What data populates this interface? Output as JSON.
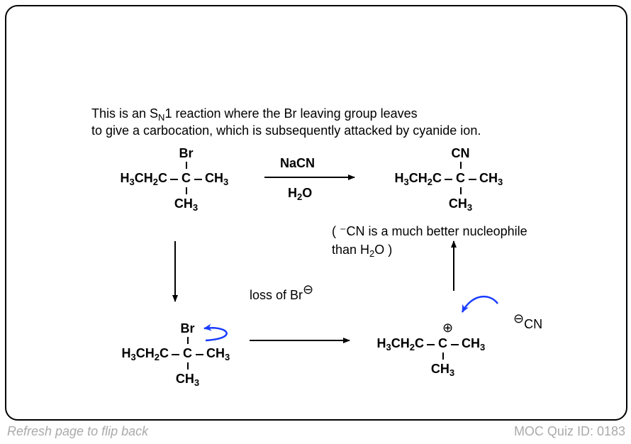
{
  "intro": {
    "line1_a": "This is an S",
    "line1_sub": "N",
    "line1_b": "1 reaction where the Br leaving group leaves",
    "line2": "to give a carbocation, which is subsequently attacked by cyanide ion."
  },
  "reagents": {
    "top": "NaCN",
    "bottom_a": "H",
    "bottom_sub": "2",
    "bottom_b": "O"
  },
  "molecule": {
    "left_a": "H",
    "left_s1": "3",
    "left_b": "CH",
    "left_s2": "2",
    "left_c": "C",
    "center": "C",
    "right_a": "CH",
    "right_s": "3",
    "bottom_a": "CH",
    "bottom_s": "3",
    "br": "Br",
    "cn": "CN"
  },
  "note": {
    "line1": "( ⁻CN is a much better nucleophile",
    "line2_a": "than H",
    "line2_sub": "2",
    "line2_b": "O )"
  },
  "loss": {
    "text": "loss of Br",
    "charge": "⊖"
  },
  "cyanide": {
    "charge": "⊖",
    "text": "CN"
  },
  "plus": "⊕",
  "colors": {
    "arrow_blue": "#1a3cff"
  },
  "footer": {
    "left": "Refresh page to flip back",
    "right": "MOC Quiz ID: 0183"
  }
}
